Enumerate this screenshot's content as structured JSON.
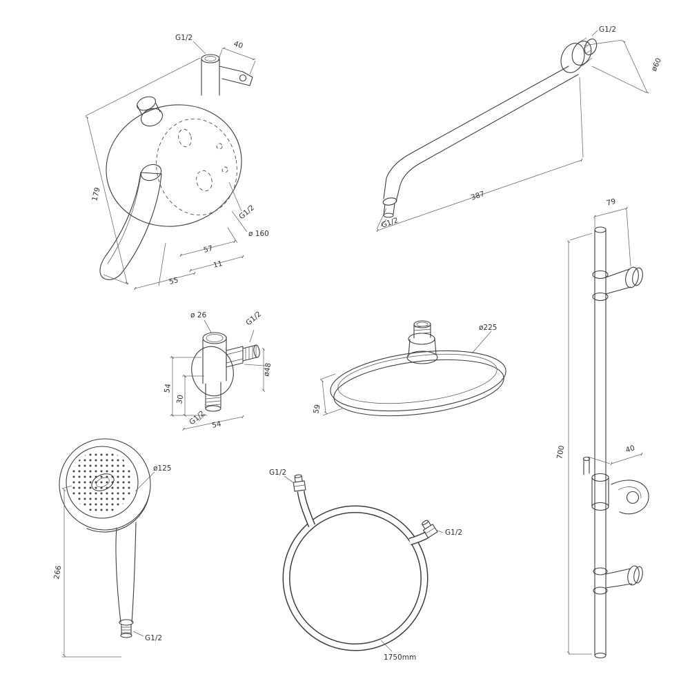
{
  "mixer": {
    "thread_top": "G1/2",
    "depth": "40",
    "height": "179",
    "thread_back": "G1/2",
    "plate_dia": "ø 160",
    "seg_57": "57",
    "seg_11": "11",
    "seg_55": "55"
  },
  "arm": {
    "thread_wall": "G1/2",
    "flange_dia": "ø60",
    "length": "387",
    "thread_out": "G1/2"
  },
  "elbow": {
    "top_dia": "ø 26",
    "thread_side": "G1/2",
    "dia_48": "ø48",
    "height_54": "54",
    "offset_30": "30",
    "thread_bottom": "G1/2",
    "width_54": "54"
  },
  "head": {
    "dia": "ø225",
    "height": "59"
  },
  "bar": {
    "offset_79": "79",
    "length_700": "700",
    "offset_40": "40"
  },
  "hand": {
    "dia": "ø125",
    "length_266": "266",
    "thread": "G1/2"
  },
  "hose": {
    "thread_a": "G1/2",
    "thread_b": "G1/2",
    "length": "1750mm"
  }
}
